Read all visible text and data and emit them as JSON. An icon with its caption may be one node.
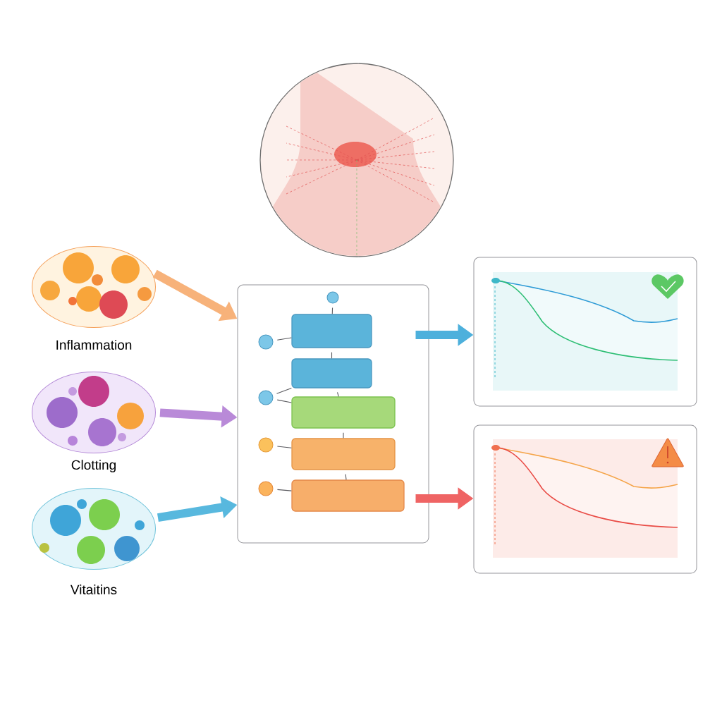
{
  "diagram": {
    "nodes": [
      {
        "text": [],
        "shape": "picture"
      },
      {
        "text": [
          "Inflammation"
        ]
      },
      {
        "text": [
          "Clotting"
        ]
      },
      {
        "text": [
          "Vitaitins"
        ]
      },
      {
        "text": [],
        "shape": "box"
      },
      {
        "text": [],
        "shape": "circle",
        "in": 4
      },
      {
        "text": [],
        "shape": "bar",
        "in": 4
      },
      {
        "text": [],
        "shape": "bar",
        "in": 4
      },
      {
        "text": [],
        "shape": "bar",
        "in": 4
      },
      {
        "text": [],
        "shape": "bar",
        "in": 4
      },
      {
        "text": [],
        "shape": "bar",
        "in": 4
      },
      {
        "text": [],
        "shape": "circle",
        "in": 4
      },
      {
        "text": [],
        "shape": "circle",
        "in": 4
      },
      {
        "text": [],
        "shape": "circle",
        "in": 4
      },
      {
        "text": [],
        "shape": "circle",
        "in": 4
      },
      {
        "text": [],
        "shape": "box"
      },
      {
        "text": [],
        "shape": "box"
      }
    ],
    "edges": [
      {
        "from": 1,
        "to": 4,
        "arrow": "to",
        "style": "thick",
        "color": "#f7b27a"
      },
      {
        "from": 2,
        "to": 4,
        "arrow": "to",
        "style": "thick",
        "color": "#b98ad8"
      },
      {
        "from": 3,
        "to": 4,
        "arrow": "to",
        "style": "thick",
        "color": "#58b8de"
      },
      {
        "from": 4,
        "to": 15,
        "arrow": "to",
        "style": "thick",
        "color": "#4db0dc"
      },
      {
        "from": 4,
        "to": 16,
        "arrow": "to",
        "style": "thick",
        "color": "#ef6464"
      },
      {
        "from": 5,
        "to": 6,
        "arrow": "none"
      },
      {
        "from": 6,
        "to": 7,
        "arrow": "none"
      },
      {
        "from": 7,
        "to": 8,
        "arrow": "none"
      },
      {
        "from": 8,
        "to": 9,
        "arrow": "none"
      },
      {
        "from": 9,
        "to": 10,
        "arrow": "none"
      },
      {
        "from": 11,
        "to": 6,
        "arrow": "none"
      },
      {
        "from": 12,
        "to": 7,
        "arrow": "none"
      },
      {
        "from": 12,
        "to": 8,
        "arrow": "none"
      },
      {
        "from": 13,
        "to": 9,
        "arrow": "none"
      },
      {
        "from": 14,
        "to": 10,
        "arrow": "none"
      }
    ]
  }
}
